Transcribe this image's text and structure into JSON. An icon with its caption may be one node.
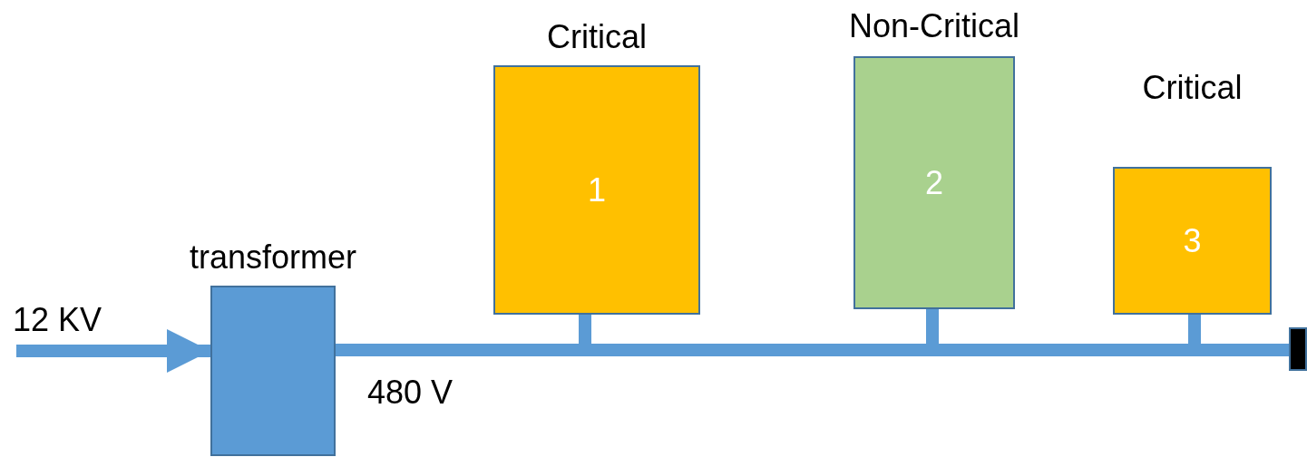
{
  "diagram": {
    "nodes": [
      {
        "text": [
          "transformer"
        ]
      },
      {
        "text": [
          "Critical",
          "1"
        ]
      },
      {
        "text": [
          "Non-Critical",
          "2"
        ]
      },
      {
        "text": [
          "Critical",
          "3"
        ]
      },
      {
        "text": [],
        "shape": "bar"
      }
    ],
    "edges": [
      {
        "from": null,
        "to": 0,
        "arrow": "to",
        "label": "12 KV"
      },
      {
        "from": 0,
        "to": 4,
        "arrow": "none",
        "label": "480 V"
      },
      {
        "from": 0,
        "to": 1,
        "arrow": "none"
      },
      {
        "from": 0,
        "to": 2,
        "arrow": "none"
      },
      {
        "from": 0,
        "to": 3,
        "arrow": "none"
      }
    ]
  }
}
